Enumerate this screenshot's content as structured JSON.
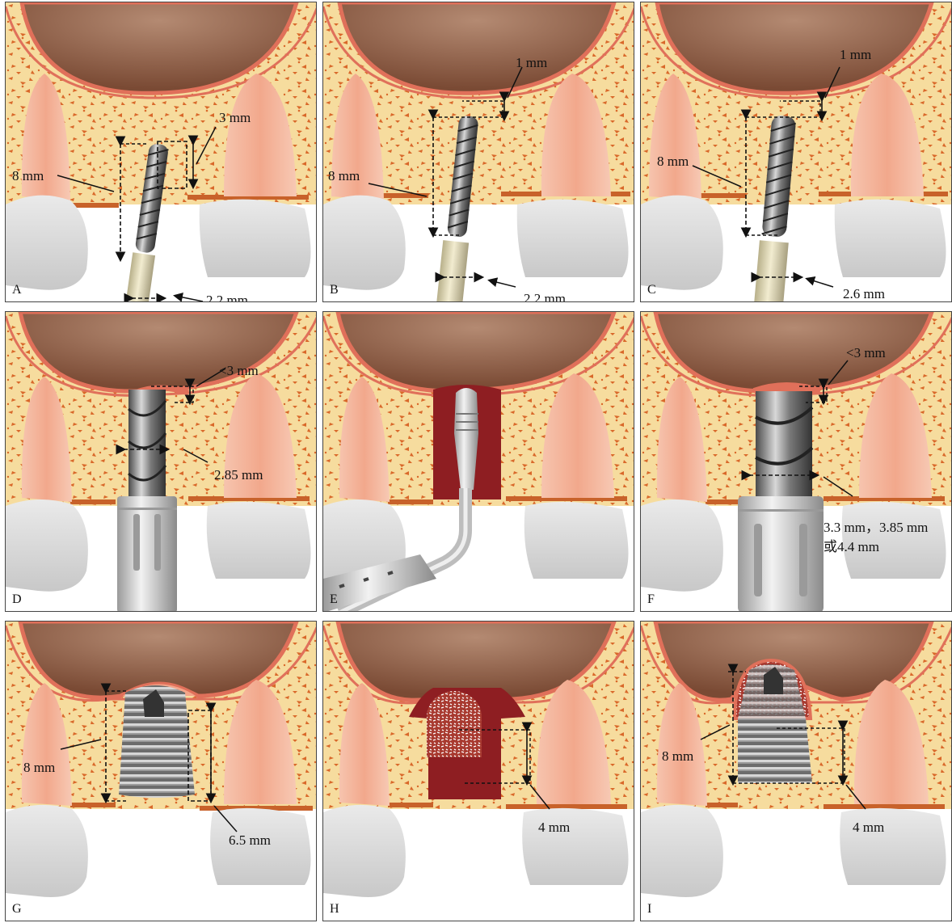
{
  "panels": [
    {
      "letter": "A",
      "labels": [
        "3 mm",
        "8 mm",
        "2.2 mm"
      ]
    },
    {
      "letter": "B",
      "labels": [
        "1 mm",
        "8 mm",
        "2.2 mm"
      ]
    },
    {
      "letter": "C",
      "labels": [
        "1 mm",
        "8 mm",
        "2.6 mm"
      ]
    },
    {
      "letter": "D",
      "labels": [
        "<3 mm",
        "2.85 mm"
      ]
    },
    {
      "letter": "E",
      "labels": []
    },
    {
      "letter": "F",
      "labels": [
        "<3 mm",
        "3.3 mm，3.85 mm",
        "或4.4 mm"
      ]
    },
    {
      "letter": "G",
      "labels": [
        "8 mm",
        "6.5 mm"
      ]
    },
    {
      "letter": "H",
      "labels": [
        "4 mm"
      ]
    },
    {
      "letter": "I",
      "labels": [
        "8 mm",
        "4 mm"
      ]
    }
  ],
  "colors": {
    "sinus": "#9a6a50",
    "membrane": "#e0705a",
    "bone": "#f6dc9e",
    "bone_spots": "#d9682a",
    "tooth_root": "#f4b49a",
    "crown": "#d8d8d8",
    "graft": "#8e1e22",
    "metal": "#8a8a8a"
  }
}
